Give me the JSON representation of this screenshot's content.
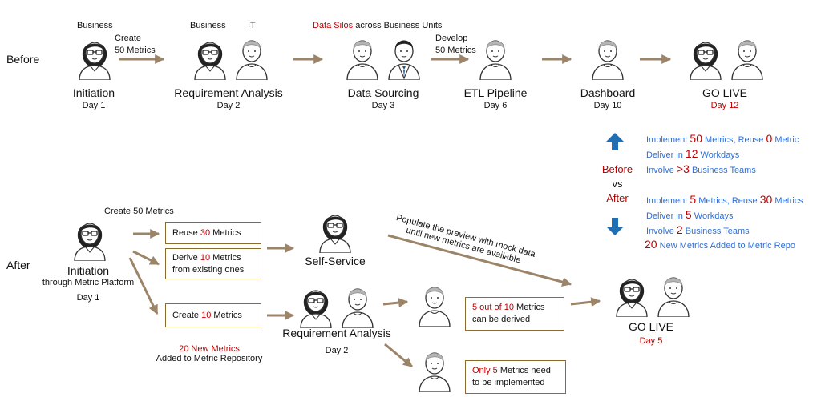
{
  "colors": {
    "arrow": "#9c8469",
    "accent_red": "#c00000",
    "accent_blue": "#2f6fd6",
    "box_border": "#8a6d2e",
    "icon_blue": "#1f6fb2"
  },
  "before": {
    "section_label": "Before",
    "label_business_1": "Business",
    "arrow_create": "Create",
    "arrow_50_metrics": "50 Metrics",
    "label_business_2": "Business",
    "label_it": "IT",
    "silos_red": "Data Silos",
    "silos_rest": " across Business Units",
    "arrow_develop": "Develop",
    "arrow_develop_50": "50 Metrics",
    "steps": [
      {
        "name": "Initiation",
        "day": "Day 1"
      },
      {
        "name": "Requirement Analysis",
        "day": "Day 2"
      },
      {
        "name": "Data Sourcing",
        "day": "Day 3"
      },
      {
        "name": "ETL Pipeline",
        "day": "Day 6"
      },
      {
        "name": "Dashboard",
        "day": "Day 10"
      },
      {
        "name": "GO LIVE",
        "day": "Day 12"
      }
    ]
  },
  "comparison": {
    "before": "Before",
    "vs": "vs",
    "after": "After",
    "before_lines": {
      "l1a": "Implement ",
      "l1n1": "50",
      "l1b": " Metrics, Reuse ",
      "l1n2": "0",
      "l1c": " Metric",
      "l2a": "Deliver in ",
      "l2n": "12",
      "l2b": " Workdays",
      "l3a": "Involve ",
      "l3n": ">3",
      "l3b": " Business Teams"
    },
    "after_lines": {
      "l1a": "Implement ",
      "l1n1": "5",
      "l1b": " Metrics, Reuse ",
      "l1n2": "30",
      "l1c": " Metrics",
      "l2a": "Deliver in ",
      "l2n": "5",
      "l2b": " Workdays",
      "l3a": "Involve ",
      "l3n": "2",
      "l3b": " Business Teams",
      "l4n": "20",
      "l4b": " New Metrics Added to Metric Repo"
    }
  },
  "after": {
    "section_label": "After",
    "create_50": "Create 50 Metrics",
    "initiation": "Initiation",
    "initiation_sub": "through Metric Platform",
    "initiation_day": "Day 1",
    "box_reuse": {
      "a": "Reuse ",
      "n": "30",
      "b": " Metrics"
    },
    "box_derive": {
      "a": "Derive ",
      "n": "10",
      "b": " Metrics",
      "line2": "from existing ones"
    },
    "box_create": {
      "a": "Create ",
      "n": "10",
      "b": " Metrics"
    },
    "self_service": "Self-Service",
    "populate_line1": "Populate the preview with mock data",
    "populate_line2": "until new metrics are available",
    "req_analysis": "Requirement Analysis",
    "req_day": "Day 2",
    "new_metrics_red": "20 New Metrics",
    "new_metrics_line2": "Added to Metric Repository",
    "box_derived": {
      "n": "5 out of 10",
      "b": " Metrics",
      "line2": "can be derived"
    },
    "box_only": {
      "n": "Only 5",
      "b": " Metrics need",
      "line2": "to be implemented"
    },
    "go_live": "GO LIVE",
    "go_live_day": "Day 5"
  }
}
